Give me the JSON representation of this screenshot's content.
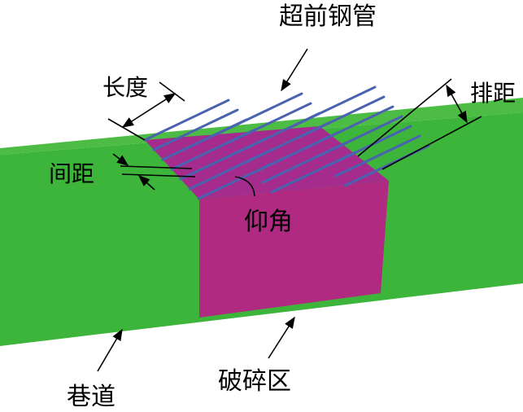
{
  "labels": {
    "advanced_pipe": "超前钢管",
    "length": "长度",
    "row_spacing": "排距",
    "spacing": "间距",
    "elevation_angle": "仰角",
    "roadway": "巷道",
    "broken_zone": "破碎区"
  },
  "colors": {
    "roadway_front": "#3db53a",
    "roadway_top": "#4cbc44",
    "broken_zone_front": "#b02a82",
    "broken_zone_top": "#a52c8c",
    "pipe": "#4a62b0",
    "annotation": "#000000"
  }
}
